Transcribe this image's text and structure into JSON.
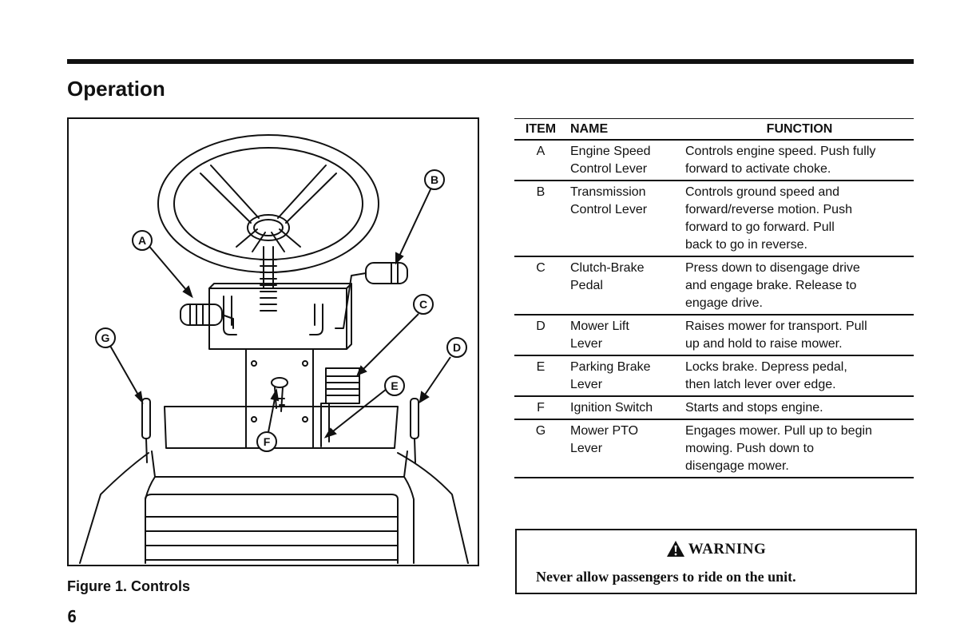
{
  "section_title": "Operation",
  "figure": {
    "caption": "Figure 1. Controls",
    "callouts": [
      "A",
      "B",
      "C",
      "D",
      "E",
      "F",
      "G"
    ]
  },
  "table": {
    "headers": {
      "item": "ITEM",
      "name": "NAME",
      "function": "FUNCTION"
    },
    "rows": [
      {
        "item": "A",
        "name": "Engine Speed\nControl Lever",
        "function": "Controls engine speed. Push fully\nforward to activate choke."
      },
      {
        "item": "B",
        "name": "Transmission\nControl Lever",
        "function": "Controls ground speed and\nforward/reverse motion. Push\nforward to go forward. Pull\nback to go in reverse."
      },
      {
        "item": "C",
        "name": "Clutch-Brake\nPedal",
        "function": "Press down to disengage drive\nand engage brake. Release to\nengage drive."
      },
      {
        "item": "D",
        "name": "Mower Lift\nLever",
        "function": "Raises mower for transport. Pull\nup and hold to raise mower."
      },
      {
        "item": "E",
        "name": "Parking Brake\nLever",
        "function": "Locks brake. Depress pedal,\nthen latch lever over edge."
      },
      {
        "item": "F",
        "name": "Ignition Switch",
        "function": "Starts and stops engine."
      },
      {
        "item": "G",
        "name": "Mower PTO\nLever",
        "function": "Engages mower. Pull up to begin\nmowing. Push down to\ndisengage mower."
      }
    ]
  },
  "warning": {
    "icon": "warning-triangle-icon",
    "title": "WARNING",
    "text": "Never allow passengers to ride on the unit."
  },
  "page_number": "6"
}
